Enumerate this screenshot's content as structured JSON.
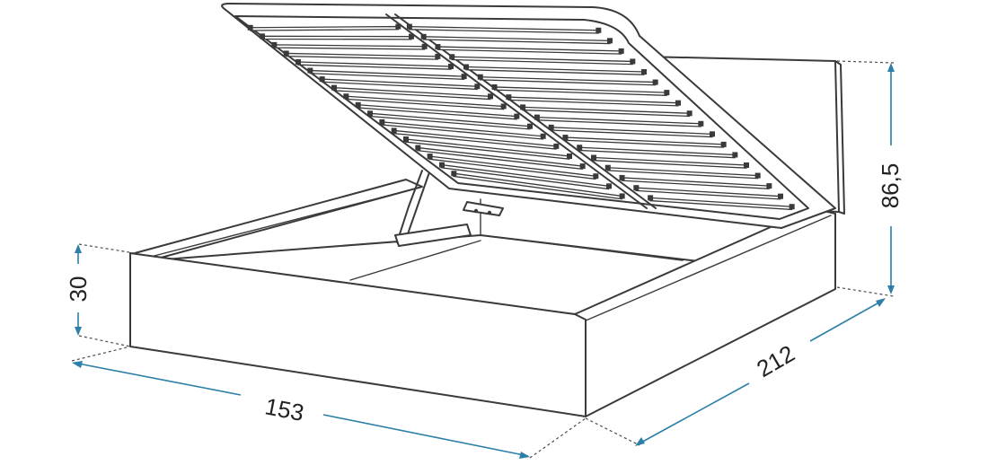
{
  "dimensions": {
    "width": "153",
    "length": "212",
    "frame_height": "30",
    "headboard_height": "86,5"
  },
  "colors": {
    "dimension_line": "#2c7fa8",
    "outline": "#3a3a3a"
  }
}
